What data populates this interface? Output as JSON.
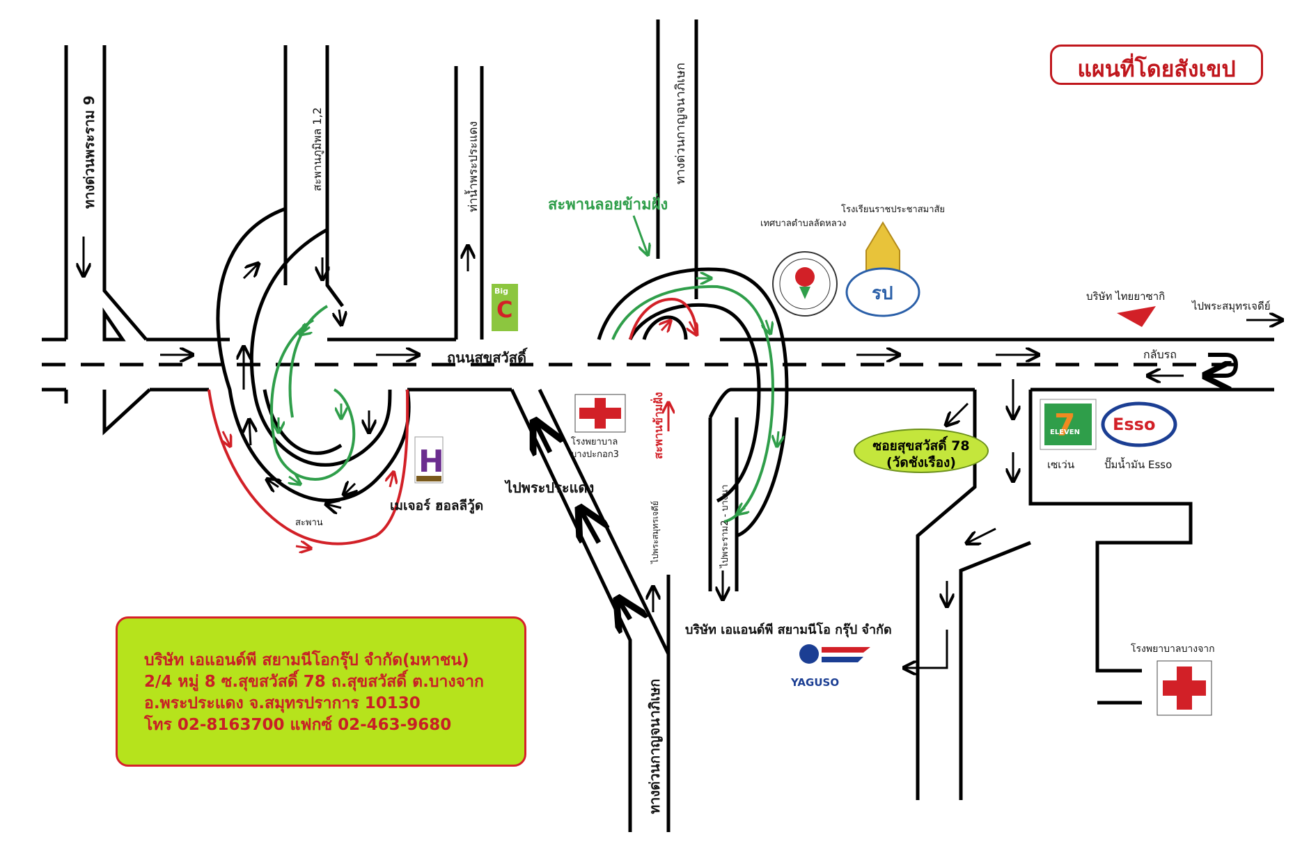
{
  "title": "แผนที่โดยสังเขป",
  "roads": {
    "main_road": "ถนนสุขสวัสดิ์",
    "expressway_rama9": "ทางด่วนพระราม 9",
    "bhumibol_bridge": "สะพานภูมิพล 1,2",
    "pier_phra_pradaeng": "ท่าน้ำพระประแดง",
    "expressway_kanchana_top": "ทางด่วนกาญจนาภิเษก",
    "expressway_kanchana_bottom": "ทางด่วนกาญจนาภิเษก",
    "to_phra_pradaeng": "ไปพระประแดง",
    "to_samut_chedi": "ไปพระสมุทรเจดีย์",
    "to_samut_chedi_vertical": "ไปพระสมุทรเจดีย์",
    "to_rama2": "ไปพระราม2 - บางนา",
    "overpass_bridge": "สะพานลอยข้ามฝั่ง",
    "cross_side": "สะพานข้ามฝั่ง",
    "u_turn": "กลับรถ",
    "small_bridge": "สะพาน"
  },
  "places": {
    "big_c": "Big C",
    "hospital_bangpakok": "โรงพยาบาล\nบางปะกอก3",
    "hospital_bangpakok_l1": "โรงพยาบาล",
    "hospital_bangpakok_l2": "บางปะกอก3",
    "major_hollywood": "เมเจอร์ ฮอลลีวู้ด",
    "municipality": "เทศบาลตำบลลัดหลวง",
    "school": "โรงเรียนราชประชาสมาสัย",
    "thai_yazaki": "บริษัท ไทยยาซากิ",
    "seven_eleven": "เซเว่น",
    "esso": "ปั๊มน้ำมัน Esso",
    "hospital_bangchak": "โรงพยาบาลบางจาก",
    "company": "บริษัท เอแอนด์พี สยามนีโอ กรุ๊ป จำกัด",
    "yaguso": "YAGUSO",
    "seven_logo_text": "ELEVEN",
    "esso_logo_text": "Esso"
  },
  "soi": {
    "line1": "ซอยสุขสวัสดิ์ 78",
    "line2": "(วัดชังเรือง)"
  },
  "address": {
    "line1": "บริษัท เอแอนด์พี สยามนีโอกรุ๊ป จำกัด(มหาชน)",
    "line2": "2/4 หมู่ 8 ซ.สุขสวัสดิ์ 78 ถ.สุขสวัสดิ์ ต.บางจาก",
    "line3": "อ.พระประแดง จ.สมุทรปราการ 10130",
    "line4": "โทร 02-8163700  แฟกซ์ 02-463-9680"
  },
  "colors": {
    "road": "#000000",
    "red_route": "#d22027",
    "green_route": "#2f9e4a",
    "title_red": "#c0161c",
    "address_bg": "#b6e31c",
    "soi_bg": "#c4e63c"
  }
}
